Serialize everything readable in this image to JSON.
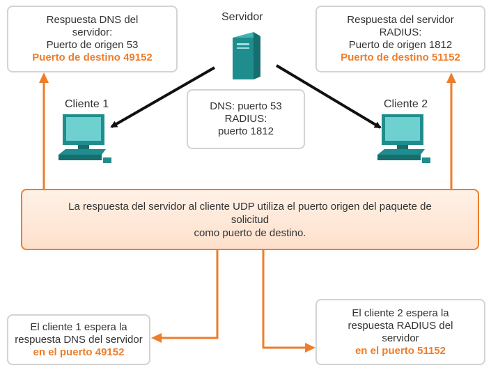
{
  "nodes": {
    "server_label": "Servidor",
    "client1_label": "Cliente 1",
    "client2_label": "Cliente 2"
  },
  "dns_response_box": {
    "line1": "Respuesta DNS del",
    "line2": "servidor:",
    "line3": "Puerto de origen 53",
    "highlight": "Puerto de destino 49152"
  },
  "radius_response_box": {
    "line1": "Respuesta del servidor",
    "line2": "RADIUS:",
    "line3": "Puerto de origen 1812",
    "highlight": "Puerto de destino 51152"
  },
  "ports_box": {
    "line1": "DNS: puerto 53",
    "line2": "RADIUS:",
    "line3": "puerto 1812"
  },
  "explanation_box": {
    "line1": "La respuesta del servidor al cliente UDP utiliza el puerto origen del paquete de",
    "line2": "solicitud",
    "line3": "como puerto de destino."
  },
  "client1_wait_box": {
    "line1": "El cliente 1 espera la",
    "line2": "respuesta DNS del servidor",
    "highlight": "en el puerto 49152"
  },
  "client2_wait_box": {
    "line1": "El cliente 2 espera la",
    "line2": "respuesta RADIUS del",
    "line3": "servidor",
    "highlight": "en el puerto 51152"
  },
  "colors": {
    "accent_orange": "#ee7d2a",
    "server_teal": "#1f8d8d",
    "monitor_teal": "#2a9a9a",
    "box_border": "#d3d3d3"
  },
  "icons": [
    "server-icon",
    "computer-icon"
  ]
}
